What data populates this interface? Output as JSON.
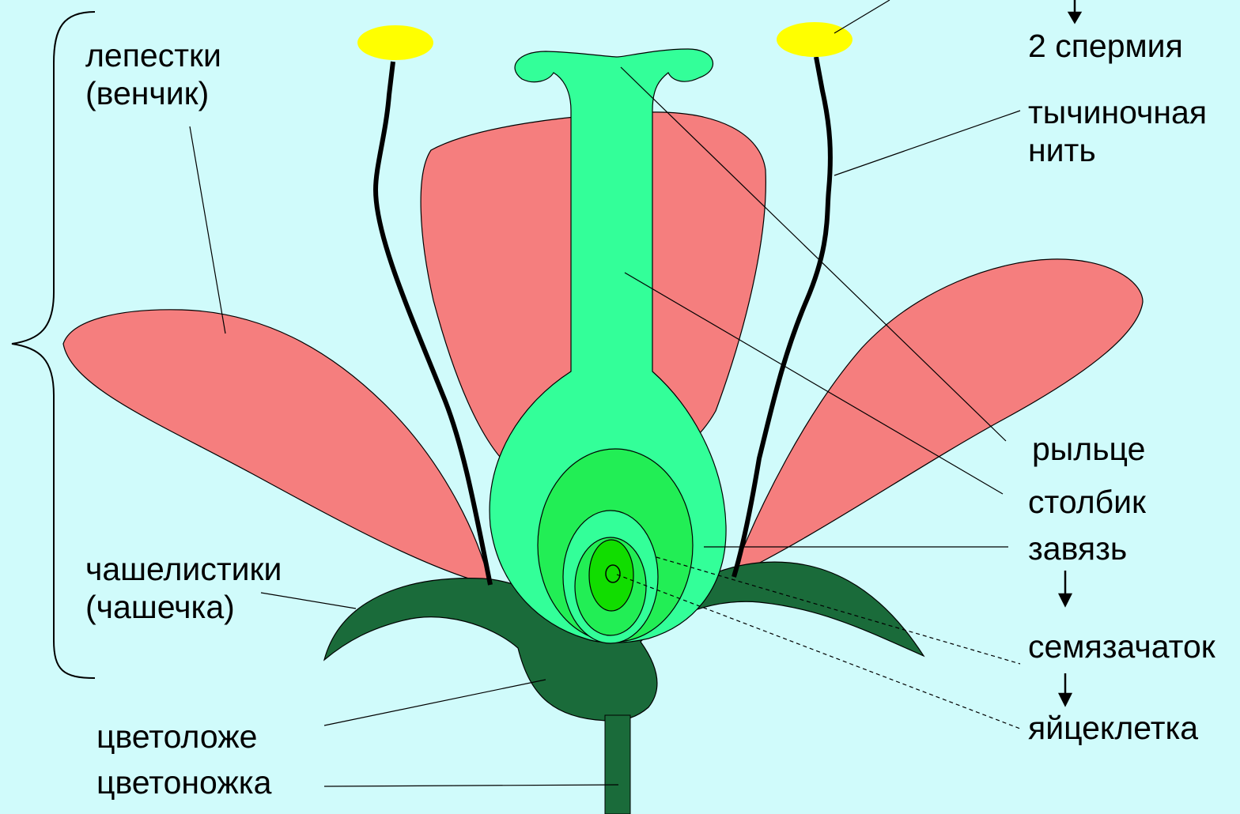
{
  "labels": {
    "petals_line1": "лепестки",
    "petals_line2": "(венчик)",
    "sepals_line1": "чашелистики",
    "sepals_line2": "(чашечка)",
    "receptacle": "цветоложе",
    "pedicel": "цветоножка",
    "sperm": "2 спермия",
    "filament_line1": "тычиночная",
    "filament_line2": "нить",
    "stigma": "рыльце",
    "style": "столбик",
    "ovary": "завязь",
    "ovule": "семязачаток",
    "egg_cell": "яйцеклетка"
  },
  "colors": {
    "background": "#d0fbfb",
    "petal": "#f57e7e",
    "pistil": "#33ff99",
    "ovary_inner": "#22ee55",
    "ovule_core": "#11dd00",
    "sepal": "#1a6b3a",
    "anther": "#ffff00",
    "filament": "#000000"
  },
  "icons": {
    "arrow": "down-arrow-icon",
    "bracket": "curly-brace-icon"
  }
}
